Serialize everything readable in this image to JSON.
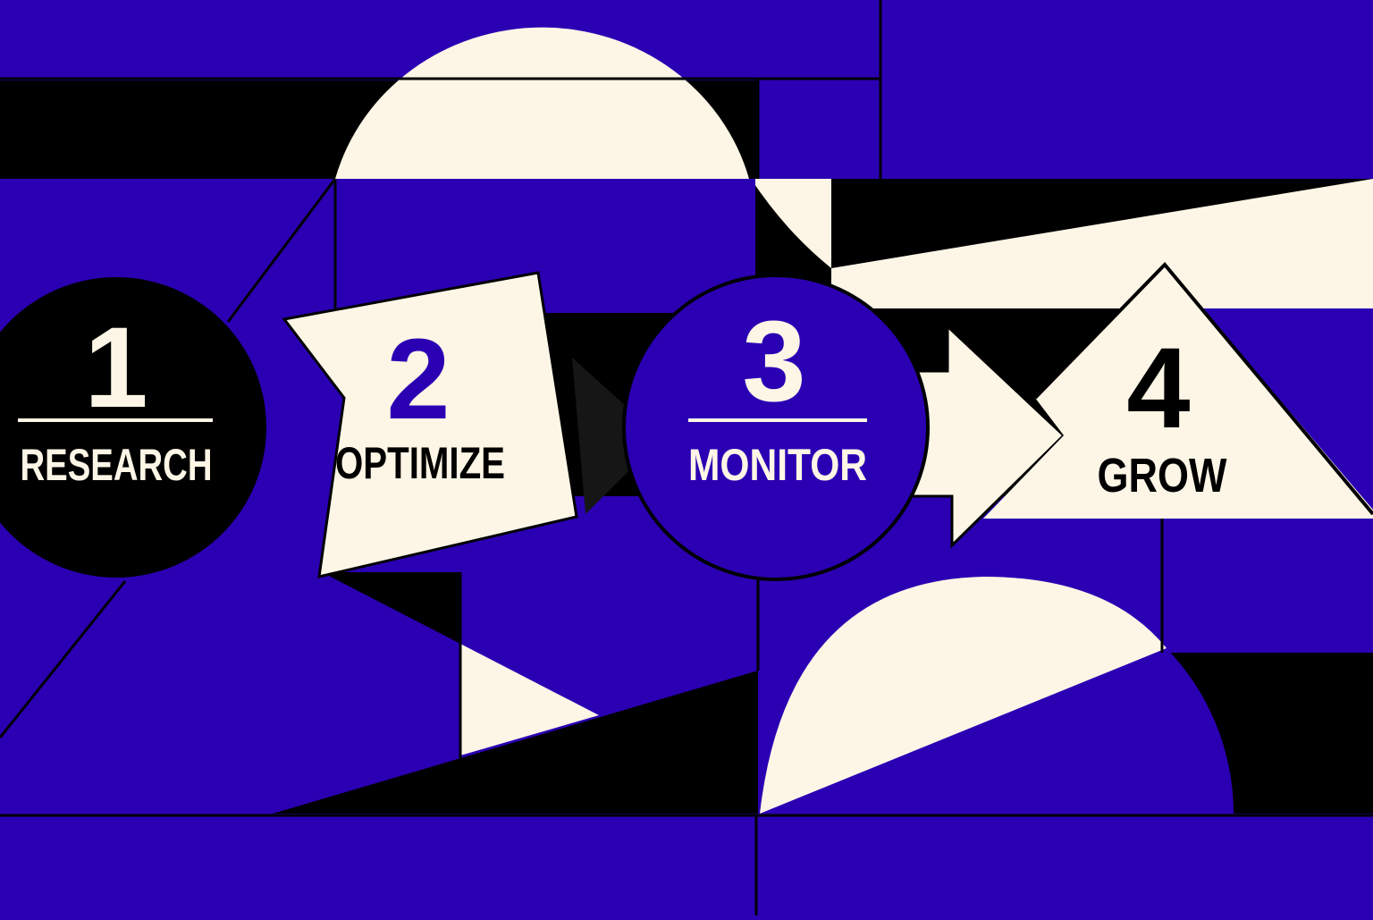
{
  "colors": {
    "blue": "#2b00b3",
    "black": "#000000",
    "cream": "#fdf6e6",
    "dark_arrow": "#161616"
  },
  "steps": [
    {
      "number": "1",
      "label": "RESEARCH",
      "shape": "circle",
      "fill": "black",
      "text_color": "cream"
    },
    {
      "number": "2",
      "label": "OPTIMIZE",
      "shape": "arrow-tag",
      "fill": "cream",
      "text_color": "black",
      "number_color": "blue"
    },
    {
      "number": "3",
      "label": "MONITOR",
      "shape": "circle",
      "fill": "blue",
      "text_color": "cream"
    },
    {
      "number": "4",
      "label": "GROW",
      "shape": "triangle",
      "fill": "cream",
      "text_color": "black"
    }
  ]
}
